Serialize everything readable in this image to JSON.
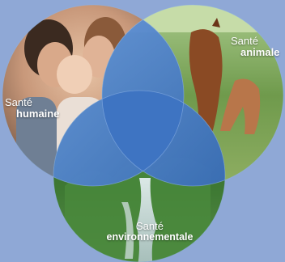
{
  "diagram": {
    "circles": [
      {
        "id": "human",
        "light": "Santé",
        "bold": "humaine"
      },
      {
        "id": "animal",
        "light": "Santé",
        "bold": "animale"
      },
      {
        "id": "environment",
        "light": "Santé",
        "bold": "environnementale"
      }
    ]
  },
  "colors": {
    "background": "#8fa8d6",
    "overlap_blue": "#3f77c4"
  }
}
